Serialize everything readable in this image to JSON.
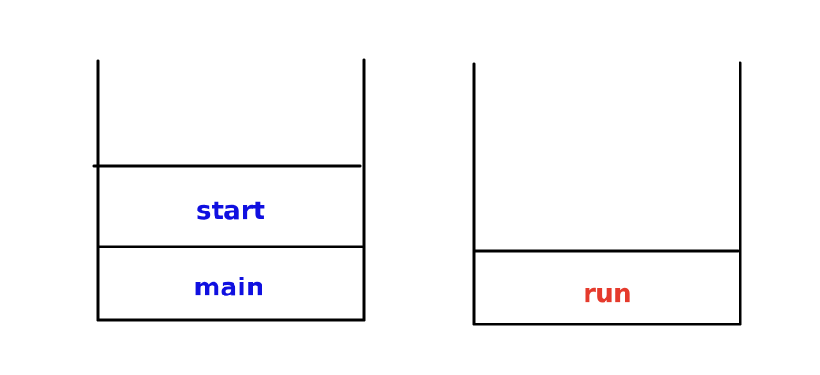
{
  "stacks": [
    {
      "frames_bottom_to_top": [
        {
          "label": "main",
          "color": "#1010e0"
        },
        {
          "label": "start",
          "color": "#1010e0"
        }
      ]
    },
    {
      "frames_bottom_to_top": [
        {
          "label": "run",
          "color": "#e53a2c"
        }
      ]
    }
  ],
  "line_color": "#000000"
}
